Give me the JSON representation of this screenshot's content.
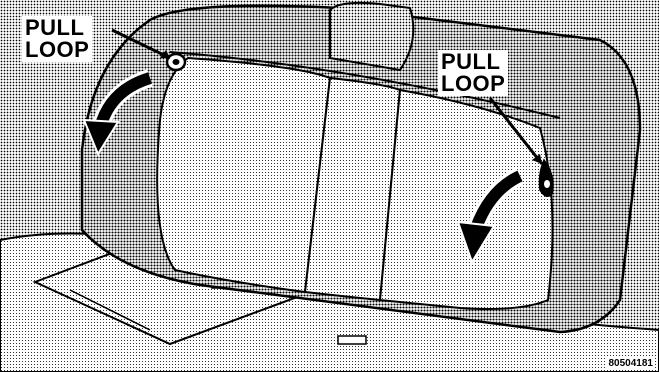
{
  "callouts": {
    "left": {
      "line1": "PULL",
      "line2": "LOOP"
    },
    "right": {
      "line1": "PULL",
      "line2": "LOOP"
    }
  },
  "figure_code": "80504181",
  "illustration": {
    "style": "halftone line drawing",
    "colors": {
      "ink": "#000000",
      "paper": "#ffffff",
      "shade": "#c8c8c8"
    },
    "icons": [
      "rear-seatback",
      "pull-loop-icon",
      "fold-direction-arrow-icon"
    ]
  }
}
